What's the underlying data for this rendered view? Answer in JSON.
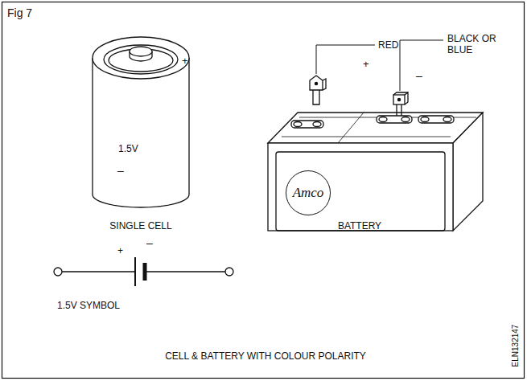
{
  "diagram": {
    "title": "Fig 7",
    "caption": "CELL & BATTERY WITH COLOUR POLARITY",
    "nodes": [
      {
        "text": [
          "Amco"
        ]
      }
    ],
    "labels": [
      "+",
      "1.5V",
      "–",
      "SINGLE CELL",
      "RED",
      "+",
      "BLACK OR BLUE",
      "–",
      "BATTERY",
      "+",
      "–",
      "1.5V SYMBOL",
      "ELN132147"
    ]
  }
}
